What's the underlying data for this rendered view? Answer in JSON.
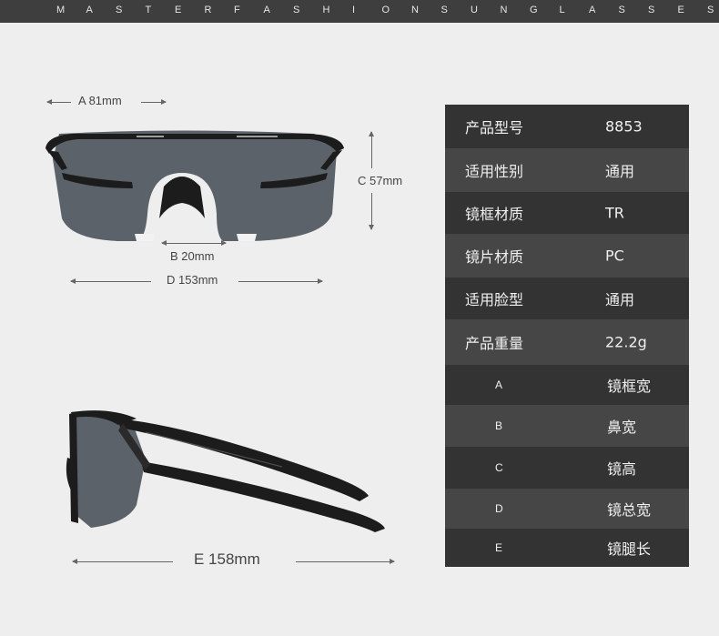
{
  "header": {
    "banner_text": "MASTERFASHIONSUNGLASSES"
  },
  "dimensions": {
    "a_label": "A 81mm",
    "b_label": "B 20mm",
    "c_label": "C 57mm",
    "d_label": "D 153mm",
    "e_label": "E 158mm"
  },
  "specs": {
    "rows": [
      {
        "key": "产品型号",
        "value": "8853"
      },
      {
        "key": "适用性别",
        "value": "通用"
      },
      {
        "key": "镜框材质",
        "value": "TR"
      },
      {
        "key": "镜片材质",
        "value": "PC"
      },
      {
        "key": "适用脸型",
        "value": "通用"
      },
      {
        "key": "产品重量",
        "value": "22.2g"
      }
    ],
    "legend": [
      {
        "key": "A",
        "value": "镜框宽"
      },
      {
        "key": "B",
        "value": "鼻宽"
      },
      {
        "key": "C",
        "value": "镜高"
      },
      {
        "key": "D",
        "value": "镜总宽"
      },
      {
        "key": "E",
        "value": "镜腿长"
      }
    ]
  },
  "colors": {
    "header_bg": "#3e3e3e",
    "row_dark": "#333333",
    "row_mid": "#464646",
    "lens": "#5b6269",
    "frame": "#1c1c1c"
  }
}
